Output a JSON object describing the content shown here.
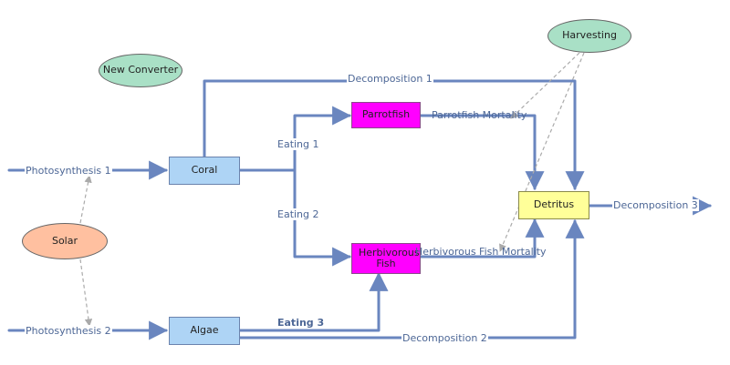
{
  "diagram": {
    "converters": {
      "new_converter": "New Converter",
      "harvesting": "Harvesting",
      "solar": "Solar"
    },
    "stocks": {
      "coral": "Coral",
      "algae": "Algae",
      "parrotfish": "Parrotfish",
      "herbivorous_fish": "Herbivorous Fish",
      "detritus": "Detritus"
    },
    "flows": {
      "photosynthesis_1": "Photosynthesis 1",
      "photosynthesis_2": "Photosynthesis 2",
      "decomposition_1": "Decomposition 1",
      "decomposition_2": "Decomposition 2",
      "decomposition_3": "Decomposition 3",
      "eating_1": "Eating 1",
      "eating_2": "Eating 2",
      "eating_3": "Eating 3",
      "parrotfish_mortality": "Parrotfish Mortality",
      "herbivorous_fish_mortality": "Herbivorous Fish Mortality"
    },
    "colors": {
      "flow_line": "#6a86bf",
      "connector": "#aaaaaa",
      "stock_fill": "#aed4f5",
      "fish_fill": "#ff00ff",
      "detritus_fill": "#ffff99",
      "converter_green": "#a9e0c6",
      "converter_orange": "#ffc0a0"
    }
  }
}
